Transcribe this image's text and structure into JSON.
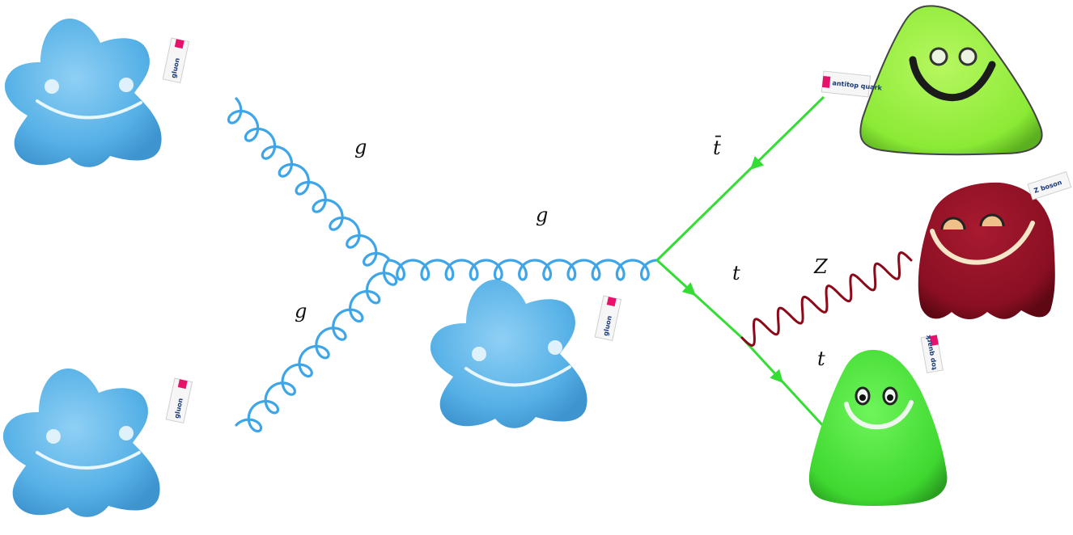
{
  "diagram": {
    "labels": {
      "gluon_upper_in": "g",
      "gluon_lower_in": "g",
      "gluon_propagator": "g",
      "antitop": "t̄",
      "top_internal": "t",
      "top_out": "t",
      "z_boson": "Z"
    },
    "tags": {
      "gluon_tl": "gluon",
      "gluon_bl": "gluon",
      "gluon_mid": "gluon",
      "antitop": "antitop quark",
      "z_boson": "Z boson",
      "top": "top quark"
    },
    "colors": {
      "gluon": "#3ea6e8",
      "gluon_plush": "#5cb3e8",
      "quark_line": "#33dd33",
      "antitop_plush": "#88ee33",
      "top_plush": "#44dd33",
      "z_line": "#8a0a1a",
      "z_plush": "#8a1020"
    }
  }
}
